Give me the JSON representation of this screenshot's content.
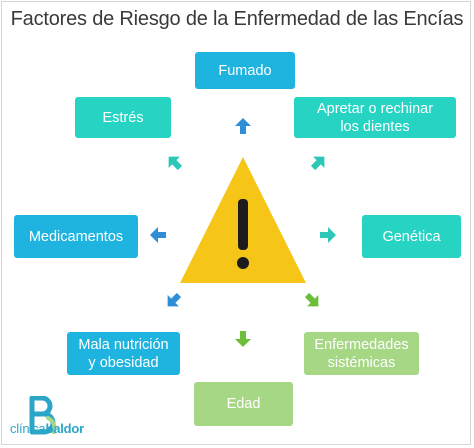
{
  "title": "Factores de Riesgo de la Enfermedad de las Encías",
  "colors": {
    "blue": "#1fb4e0",
    "teal": "#27d3c2",
    "green": "#a6d785",
    "arrow_blue": "#2e8fd6",
    "arrow_teal": "#2cc7b7",
    "arrow_green": "#6dbd3a",
    "triangle": "#f5c518",
    "exclamation": "#1c1c1c"
  },
  "factors": {
    "fumado": "Fumado",
    "estres": "Estrés",
    "apretar": [
      "Apretar o rechinar",
      "los dientes"
    ],
    "medicamentos": "Medicamentos",
    "genetica": "Genética",
    "mala_nutricion": [
      "Mala nutrición",
      "y obesidad"
    ],
    "enfermedades": [
      "Enfermedades",
      "sistémicas"
    ],
    "edad": "Edad"
  },
  "icons": {
    "warning": "warning-triangle-icon",
    "arrow": "arrow-icon",
    "logo": "clinica-baldor-logo"
  },
  "logo": {
    "light": "clínica",
    "bold": "baldor"
  }
}
